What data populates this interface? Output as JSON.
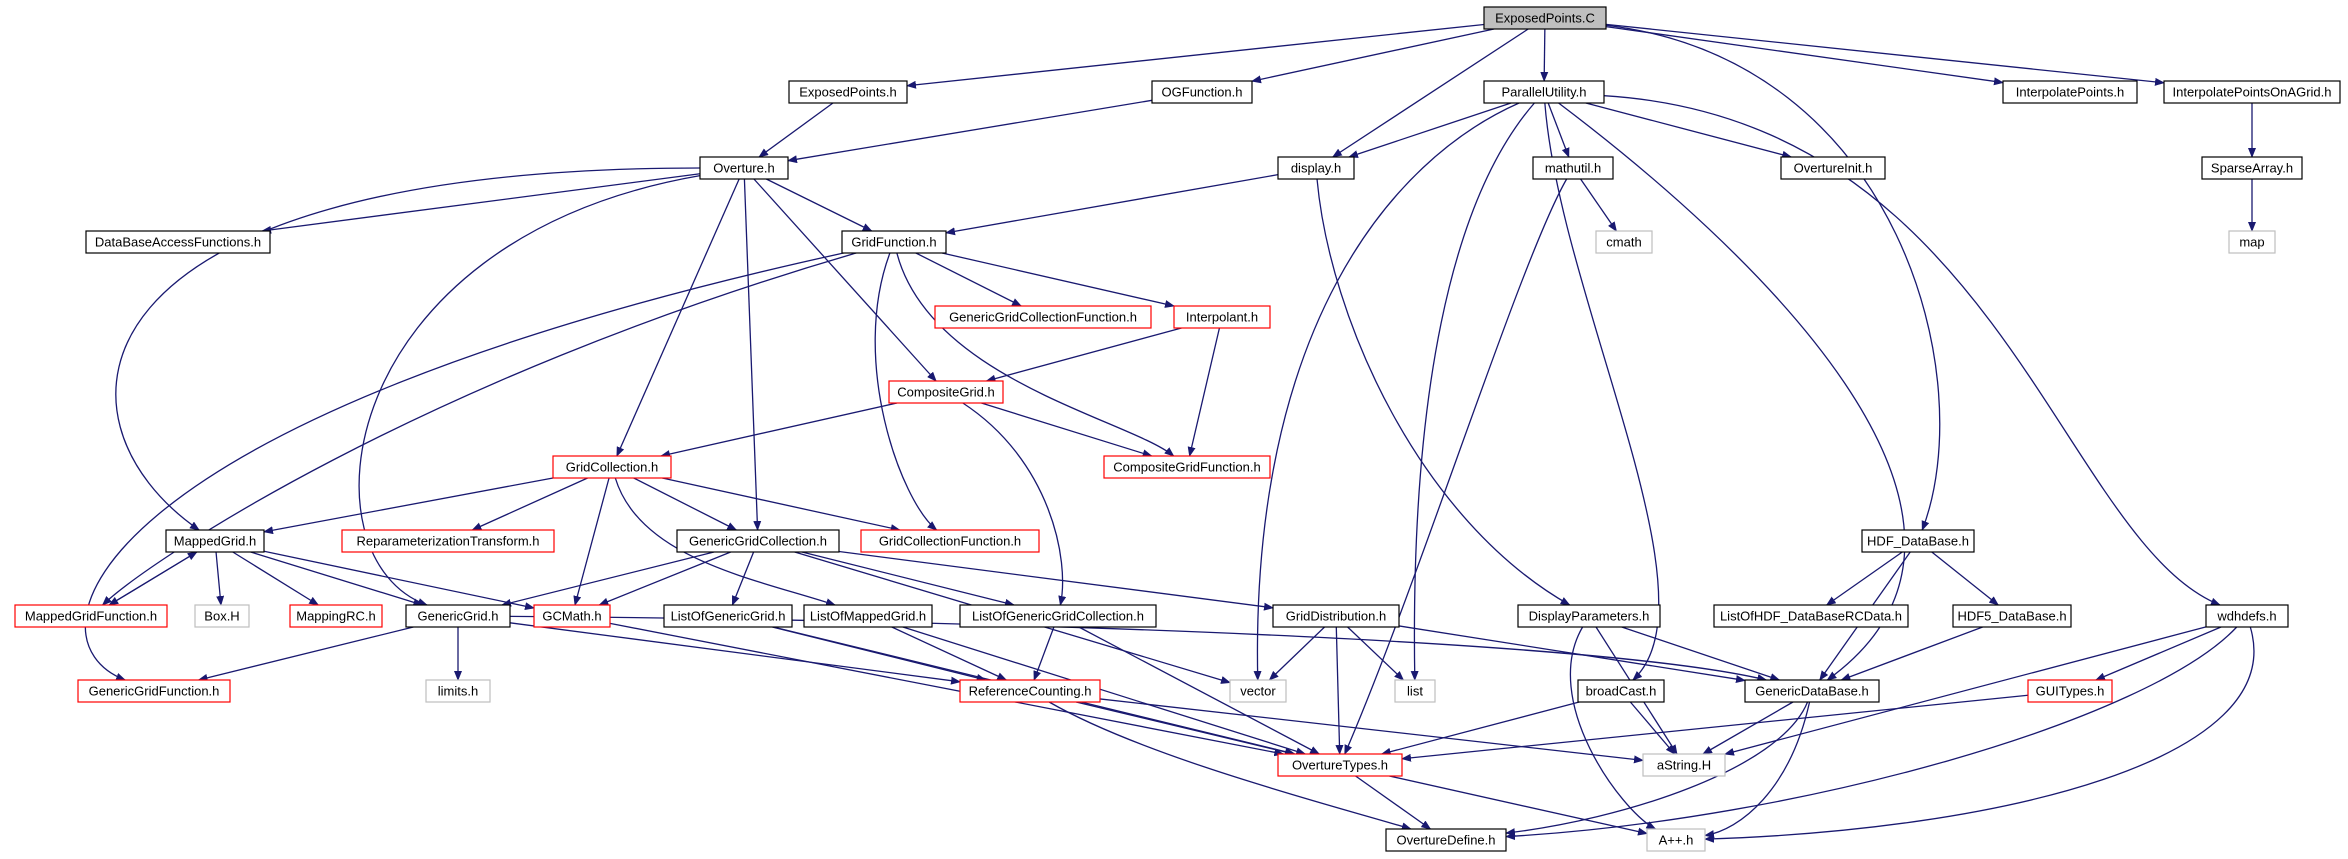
{
  "graph": {
    "colors": {
      "edge": "#191970",
      "normal_border": "#000000",
      "truncated_border": "#ff0000",
      "external_border": "#bfbfbf",
      "root_fill": "#bfbfbf"
    },
    "nodes": [
      {
        "id": "exposedpoints-c",
        "label": "ExposedPoints.C",
        "kind": "root"
      },
      {
        "id": "exposedpoints-h",
        "label": "ExposedPoints.h",
        "kind": "normal"
      },
      {
        "id": "ogfunction-h",
        "label": "OGFunction.h",
        "kind": "normal"
      },
      {
        "id": "parallelutility-h",
        "label": "ParallelUtility.h",
        "kind": "normal"
      },
      {
        "id": "interpolatepoints-h",
        "label": "InterpolatePoints.h",
        "kind": "normal"
      },
      {
        "id": "interpolatepointsonagrid-h",
        "label": "InterpolatePointsOnAGrid.h",
        "kind": "normal"
      },
      {
        "id": "overture-h",
        "label": "Overture.h",
        "kind": "normal"
      },
      {
        "id": "display-h",
        "label": "display.h",
        "kind": "normal"
      },
      {
        "id": "mathutil-h",
        "label": "mathutil.h",
        "kind": "normal"
      },
      {
        "id": "overtureinit-h",
        "label": "OvertureInit.h",
        "kind": "normal"
      },
      {
        "id": "sparsearray-h",
        "label": "SparseArray.h",
        "kind": "normal"
      },
      {
        "id": "databaseaccessfunctions-h",
        "label": "DataBaseAccessFunctions.h",
        "kind": "normal"
      },
      {
        "id": "gridfunction-h",
        "label": "GridFunction.h",
        "kind": "normal"
      },
      {
        "id": "cmath",
        "label": "cmath",
        "kind": "external"
      },
      {
        "id": "map",
        "label": "map",
        "kind": "external"
      },
      {
        "id": "genericgridcollectionfunction-h",
        "label": "GenericGridCollectionFunction.h",
        "kind": "truncated"
      },
      {
        "id": "interpolant-h",
        "label": "Interpolant.h",
        "kind": "truncated"
      },
      {
        "id": "compositegrid-h",
        "label": "CompositeGrid.h",
        "kind": "truncated"
      },
      {
        "id": "gridcollection-h",
        "label": "GridCollection.h",
        "kind": "truncated"
      },
      {
        "id": "compositegridfunction-h",
        "label": "CompositeGridFunction.h",
        "kind": "truncated"
      },
      {
        "id": "mappedgrid-h",
        "label": "MappedGrid.h",
        "kind": "normal"
      },
      {
        "id": "reparameterizationtransform-h",
        "label": "ReparameterizationTransform.h",
        "kind": "truncated"
      },
      {
        "id": "genericgridcollection-h",
        "label": "GenericGridCollection.h",
        "kind": "normal"
      },
      {
        "id": "gridcollectionfunction-h",
        "label": "GridCollectionFunction.h",
        "kind": "truncated"
      },
      {
        "id": "hdf-database-h",
        "label": "HDF_DataBase.h",
        "kind": "normal"
      },
      {
        "id": "mappedgridfunction-h",
        "label": "MappedGridFunction.h",
        "kind": "truncated"
      },
      {
        "id": "box-h",
        "label": "Box.H",
        "kind": "external"
      },
      {
        "id": "mappingrc-h",
        "label": "MappingRC.h",
        "kind": "truncated"
      },
      {
        "id": "genericgrid-h",
        "label": "GenericGrid.h",
        "kind": "normal"
      },
      {
        "id": "gcmath-h",
        "label": "GCMath.h",
        "kind": "truncated"
      },
      {
        "id": "listofgenericgrid-h",
        "label": "ListOfGenericGrid.h",
        "kind": "normal"
      },
      {
        "id": "listofmappedgrid-h",
        "label": "ListOfMappedGrid.h",
        "kind": "normal"
      },
      {
        "id": "listofgenericgridcollection-h",
        "label": "ListOfGenericGridCollection.h",
        "kind": "normal"
      },
      {
        "id": "griddistribution-h",
        "label": "GridDistribution.h",
        "kind": "normal"
      },
      {
        "id": "displayparameters-h",
        "label": "DisplayParameters.h",
        "kind": "normal"
      },
      {
        "id": "listofhdf-database-h",
        "label": "ListOfHDF_DataBaseRCData.h",
        "kind": "normal"
      },
      {
        "id": "hdf5-database-h",
        "label": "HDF5_DataBase.h",
        "kind": "normal"
      },
      {
        "id": "wdhdefs-h",
        "label": "wdhdefs.h",
        "kind": "normal"
      },
      {
        "id": "genericgridfunction-h",
        "label": "GenericGridFunction.h",
        "kind": "truncated"
      },
      {
        "id": "limits-h",
        "label": "limits.h",
        "kind": "external"
      },
      {
        "id": "referencecounting-h",
        "label": "ReferenceCounting.h",
        "kind": "truncated"
      },
      {
        "id": "vector",
        "label": "vector",
        "kind": "external"
      },
      {
        "id": "list",
        "label": "list",
        "kind": "external"
      },
      {
        "id": "broadcast-h",
        "label": "broadCast.h",
        "kind": "normal"
      },
      {
        "id": "genericdatabase-h",
        "label": "GenericDataBase.h",
        "kind": "normal"
      },
      {
        "id": "guitypes-h",
        "label": "GUITypes.h",
        "kind": "truncated"
      },
      {
        "id": "overturetypes-h",
        "label": "OvertureTypes.h",
        "kind": "truncated"
      },
      {
        "id": "astring-h",
        "label": "aString.H",
        "kind": "external"
      },
      {
        "id": "overturedefine-h",
        "label": "OvertureDefine.h",
        "kind": "normal"
      },
      {
        "id": "app-h",
        "label": "A++.h",
        "kind": "external"
      }
    ],
    "edges": [
      [
        "exposedpoints-c",
        "exposedpoints-h"
      ],
      [
        "exposedpoints-c",
        "ogfunction-h"
      ],
      [
        "exposedpoints-c",
        "parallelutility-h"
      ],
      [
        "exposedpoints-c",
        "display-h"
      ],
      [
        "exposedpoints-c",
        "hdf-database-h"
      ],
      [
        "exposedpoints-c",
        "interpolatepoints-h"
      ],
      [
        "exposedpoints-c",
        "interpolatepointsonagrid-h"
      ],
      [
        "exposedpoints-h",
        "overture-h"
      ],
      [
        "ogfunction-h",
        "overture-h"
      ],
      [
        "interpolatepointsonagrid-h",
        "sparsearray-h"
      ],
      [
        "sparsearray-h",
        "map"
      ],
      [
        "parallelutility-h",
        "display-h"
      ],
      [
        "parallelutility-h",
        "mathutil-h"
      ],
      [
        "parallelutility-h",
        "overtureinit-h"
      ],
      [
        "parallelutility-h",
        "vector"
      ],
      [
        "parallelutility-h",
        "list"
      ],
      [
        "parallelutility-h",
        "broadcast-h"
      ],
      [
        "parallelutility-h",
        "genericdatabase-h"
      ],
      [
        "parallelutility-h",
        "wdhdefs-h"
      ],
      [
        "mathutil-h",
        "cmath"
      ],
      [
        "mathutil-h",
        "overturetypes-h"
      ],
      [
        "display-h",
        "gridfunction-h"
      ],
      [
        "display-h",
        "displayparameters-h"
      ],
      [
        "overture-h",
        "databaseaccessfunctions-h"
      ],
      [
        "overture-h",
        "gridfunction-h"
      ],
      [
        "overture-h",
        "mappedgrid-h"
      ],
      [
        "overture-h",
        "genericgrid-h"
      ],
      [
        "overture-h",
        "gridcollection-h"
      ],
      [
        "overture-h",
        "genericgridcollection-h"
      ],
      [
        "overture-h",
        "compositegrid-h"
      ],
      [
        "gridfunction-h",
        "genericgridcollectionfunction-h"
      ],
      [
        "gridfunction-h",
        "interpolant-h"
      ],
      [
        "gridfunction-h",
        "compositegridfunction-h"
      ],
      [
        "gridfunction-h",
        "gridcollectionfunction-h"
      ],
      [
        "gridfunction-h",
        "mappedgridfunction-h"
      ],
      [
        "gridfunction-h",
        "genericgridfunction-h"
      ],
      [
        "interpolant-h",
        "compositegrid-h"
      ],
      [
        "interpolant-h",
        "compositegridfunction-h"
      ],
      [
        "compositegrid-h",
        "gridcollection-h"
      ],
      [
        "compositegrid-h",
        "compositegridfunction-h"
      ],
      [
        "compositegrid-h",
        "listofgenericgridcollection-h"
      ],
      [
        "gridcollection-h",
        "mappedgrid-h"
      ],
      [
        "gridcollection-h",
        "reparameterizationtransform-h"
      ],
      [
        "gridcollection-h",
        "genericgridcollection-h"
      ],
      [
        "gridcollection-h",
        "gridcollectionfunction-h"
      ],
      [
        "gridcollection-h",
        "gcmath-h"
      ],
      [
        "gridcollection-h",
        "listofmappedgrid-h"
      ],
      [
        "mappedgrid-h",
        "mappedgridfunction-h"
      ],
      [
        "mappedgridfunction-h",
        "mappedgrid-h"
      ],
      [
        "mappedgrid-h",
        "box-h"
      ],
      [
        "mappedgrid-h",
        "mappingrc-h"
      ],
      [
        "mappedgrid-h",
        "genericgrid-h"
      ],
      [
        "mappedgrid-h",
        "gcmath-h"
      ],
      [
        "genericgridcollection-h",
        "genericgrid-h"
      ],
      [
        "genericgridcollection-h",
        "gcmath-h"
      ],
      [
        "genericgridcollection-h",
        "listofgenericgrid-h"
      ],
      [
        "genericgridcollection-h",
        "listofgenericgridcollection-h"
      ],
      [
        "genericgridcollection-h",
        "griddistribution-h"
      ],
      [
        "genericgridcollection-h",
        "vector"
      ],
      [
        "genericgrid-h",
        "genericgridfunction-h"
      ],
      [
        "genericgrid-h",
        "limits-h"
      ],
      [
        "genericgrid-h",
        "referencecounting-h"
      ],
      [
        "genericgrid-h",
        "genericdatabase-h"
      ],
      [
        "gcmath-h",
        "overturetypes-h"
      ],
      [
        "listofgenericgrid-h",
        "referencecounting-h"
      ],
      [
        "listofgenericgrid-h",
        "overturetypes-h"
      ],
      [
        "listofmappedgrid-h",
        "referencecounting-h"
      ],
      [
        "listofmappedgrid-h",
        "overturetypes-h"
      ],
      [
        "listofgenericgridcollection-h",
        "referencecounting-h"
      ],
      [
        "listofgenericgridcollection-h",
        "overturetypes-h"
      ],
      [
        "griddistribution-h",
        "vector"
      ],
      [
        "griddistribution-h",
        "list"
      ],
      [
        "griddistribution-h",
        "overturetypes-h"
      ],
      [
        "griddistribution-h",
        "genericdatabase-h"
      ],
      [
        "displayparameters-h",
        "genericdatabase-h"
      ],
      [
        "displayparameters-h",
        "astring-h"
      ],
      [
        "displayparameters-h",
        "app-h"
      ],
      [
        "hdf-database-h",
        "listofhdf-database-h"
      ],
      [
        "hdf-database-h",
        "hdf5-database-h"
      ],
      [
        "hdf-database-h",
        "genericdatabase-h"
      ],
      [
        "hdf5-database-h",
        "genericdatabase-h"
      ],
      [
        "wdhdefs-h",
        "guitypes-h"
      ],
      [
        "wdhdefs-h",
        "astring-h"
      ],
      [
        "wdhdefs-h",
        "overturedefine-h"
      ],
      [
        "wdhdefs-h",
        "app-h"
      ],
      [
        "guitypes-h",
        "overturetypes-h"
      ],
      [
        "referencecounting-h",
        "overturetypes-h"
      ],
      [
        "referencecounting-h",
        "astring-h"
      ],
      [
        "referencecounting-h",
        "overturedefine-h"
      ],
      [
        "broadcast-h",
        "overturetypes-h"
      ],
      [
        "broadcast-h",
        "astring-h"
      ],
      [
        "genericdatabase-h",
        "astring-h"
      ],
      [
        "genericdatabase-h",
        "overturedefine-h"
      ],
      [
        "genericdatabase-h",
        "app-h"
      ],
      [
        "overturetypes-h",
        "overturedefine-h"
      ],
      [
        "overturetypes-h",
        "app-h"
      ]
    ]
  }
}
